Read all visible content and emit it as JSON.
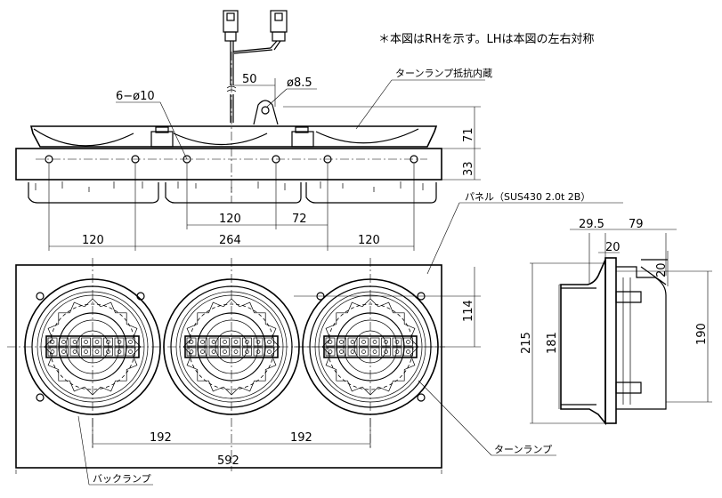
{
  "notes": {
    "main_note": "＊本図はRHを示す。LHは本図の左右対称"
  },
  "labels": {
    "turn_lamp_resistor": "ターンランプ抵抗内蔵",
    "panel": "パネル（SUS430 2.0t 2B）",
    "turn_lamp": "ターンランプ",
    "back_lamp": "バックランプ"
  },
  "dimensions": {
    "hole_6": "6−ø10",
    "hole_8_5": "ø8.5",
    "d50": "50",
    "d71": "71",
    "d33": "33",
    "d120_mid": "120",
    "d72": "72",
    "d120_left": "120",
    "d264": "264",
    "d120_right": "120",
    "d114": "114",
    "d192_left": "192",
    "d192_right": "192",
    "d592": "592",
    "d29_5": "29.5",
    "d79": "79",
    "d20_top": "20",
    "d20_side": "20",
    "d215": "215",
    "d181": "181",
    "d190": "190"
  }
}
